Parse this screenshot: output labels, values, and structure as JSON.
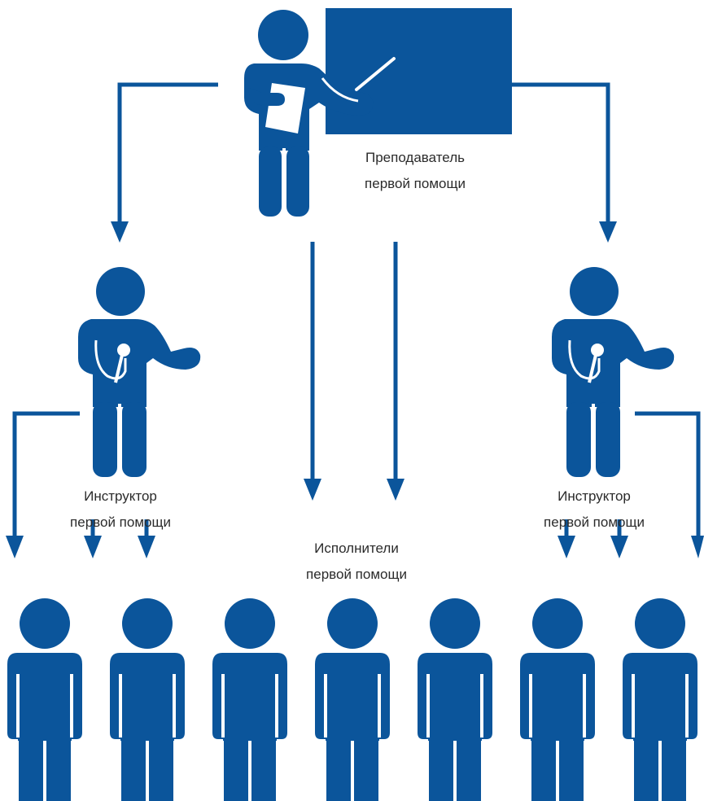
{
  "colors": {
    "primary": "#0b559b",
    "text": "#2b2b2b",
    "background": "#ffffff"
  },
  "teacher": {
    "label_line1": "Преподаватель",
    "label_line2": "первой помощи",
    "icon": "teacher-at-board-icon"
  },
  "instructors": [
    {
      "label_line1": "Инструктор",
      "label_line2": "первой помощи",
      "icon": "instructor-with-microphone-icon"
    },
    {
      "label_line1": "Инструктор",
      "label_line2": "первой помощи",
      "icon": "instructor-with-microphone-icon"
    }
  ],
  "performers": {
    "label_line1": "Исполнители",
    "label_line2": "первой помощи",
    "count": 7,
    "icon": "person-icon"
  }
}
